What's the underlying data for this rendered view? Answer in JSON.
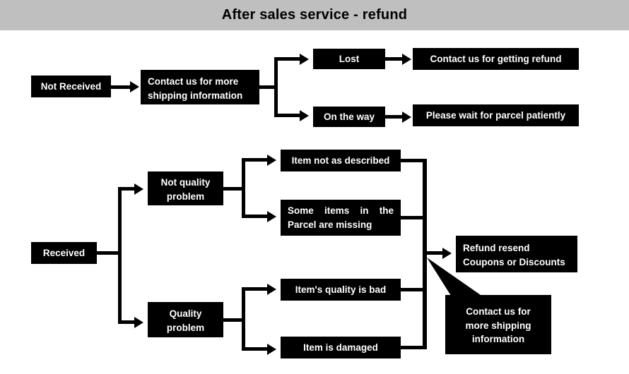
{
  "header": {
    "title": "After sales service - refund",
    "background_color": "#BFBFBF",
    "text_color": "#000000"
  },
  "theme": {
    "node_fill": "#000000",
    "node_text": "#FFFFFF",
    "connector_color": "#000000",
    "canvas_background": "#FFFFFF"
  },
  "flow": {
    "not_received_branch": {
      "start": "Not Received",
      "action": "Contact us for more shipping information",
      "action_line1": "Contact us for more",
      "action_line2": "shipping information",
      "outcomes": [
        {
          "status": "Lost",
          "resolution": "Contact us for getting refund"
        },
        {
          "status": "On the way",
          "resolution": "Please wait for parcel patiently"
        }
      ]
    },
    "received_branch": {
      "start": "Received",
      "categories": [
        {
          "label": "Not quality problem",
          "label_line1": "Not quality",
          "label_line2": "problem",
          "issues": [
            "Item not as described",
            "Some items in the Parcel are missing"
          ],
          "issue2_line1": "Some   items   in   the",
          "issue2_line2": "Parcel are missing"
        },
        {
          "label": "Quality problem",
          "label_line1": "Quality",
          "label_line2": "problem",
          "issues": [
            "Item's quality is bad",
            "Item is damaged"
          ]
        }
      ],
      "resolutions": [
        {
          "text": "Refund resend Coupons or Discounts",
          "line1": "Refund resend",
          "line2": "Coupons or Discounts"
        },
        {
          "text": "Contact us for more shipping information",
          "line1": "Contact us for",
          "line2": "more shipping",
          "line3": "information"
        }
      ]
    }
  }
}
